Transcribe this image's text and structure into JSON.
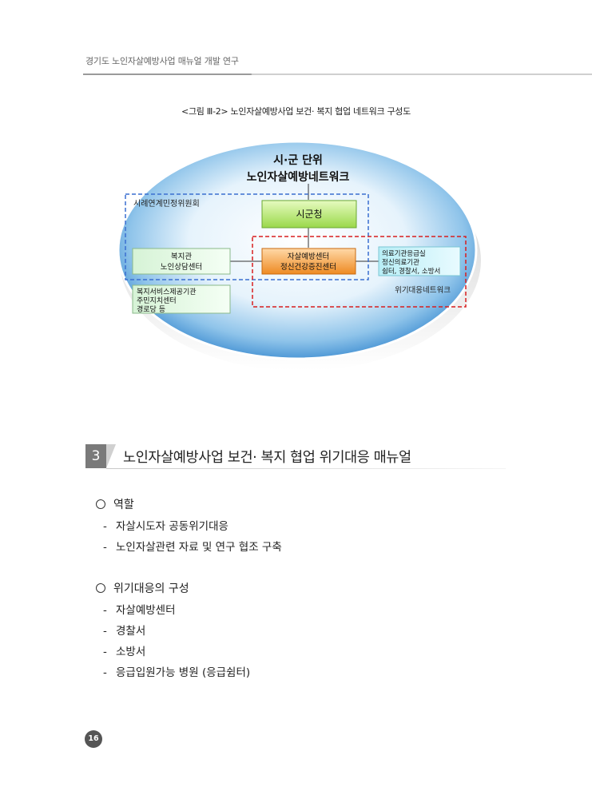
{
  "header": {
    "title": "경기도 노인자살예방사업 매뉴얼 개발 연구"
  },
  "figure": {
    "caption": "<그림 Ⅲ-2> 노인자살예방사업 보건· 복지 협업 네트워크 구성도",
    "network_title_line1": "시·군 단위",
    "network_title_line2": "노인자살예방네트워크",
    "committee_label": "시례연계민정위원회",
    "city_hall": "시군청",
    "welfare_box": [
      "복지관",
      "노인상담센터"
    ],
    "center_box": [
      "자살예방센터",
      "정신건강증진센터"
    ],
    "emergency_box": [
      "의료기관응급실",
      "정신의료기관",
      "쉼터, 경찰서, 소방서"
    ],
    "service_box": [
      "복지서비스제공기관",
      "주민지치센터",
      "경로당 등"
    ],
    "crisis_network_label": "위기대응네트워크",
    "colors": {
      "committee_border": "#3a6fd0",
      "crisis_border": "#d81e1e",
      "center_box": "#f39a3a",
      "city_box": "#b8e96a"
    }
  },
  "section": {
    "number": "3",
    "title": "노인자살예방사업 보건· 복지 협업 위기대응 매뉴얼"
  },
  "role": {
    "heading": "역할",
    "items": [
      "자살시도자 공동위기대응",
      "노인자살관련 자료 및 연구 협조 구축"
    ]
  },
  "crisis": {
    "heading": "위기대응의 구성",
    "items": [
      "자살예방센터",
      "경찰서",
      "소방서",
      "응급입원가능 병원 (응급쉼터)"
    ]
  },
  "page": {
    "number": "16"
  }
}
